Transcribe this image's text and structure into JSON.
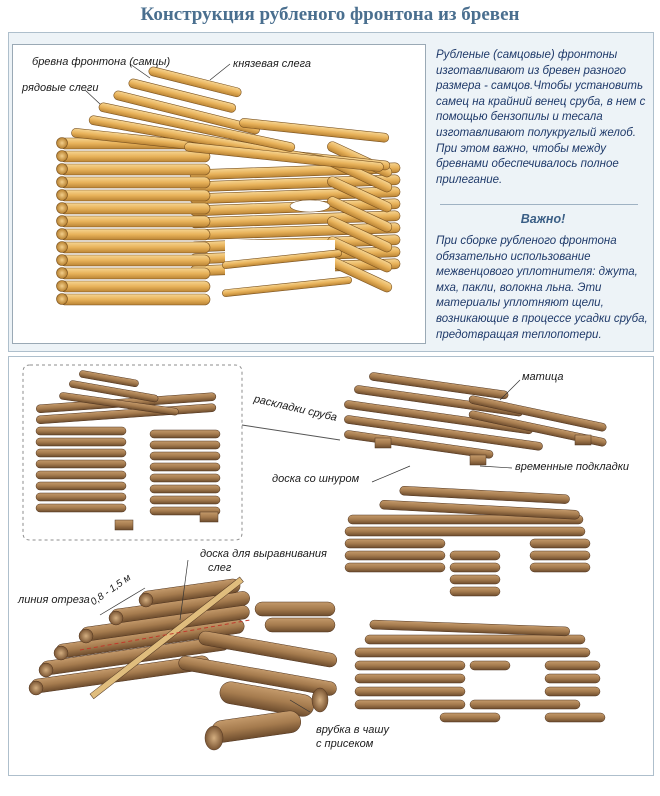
{
  "title": "Конструкция рубленого фронтона из бревен",
  "description": "Рубленые (самцовые) фронтоны изготавливают из бревен разного размера - самцов.Чтобы установить самец на крайний венец сруба, в нем с помощью бензопилы и тесала изготавливают полукруглый желоб. При этом важно, чтобы между бревнами обеспечивалось полное прилегание.",
  "important_title": "Важно!",
  "important_text": "При сборке рубленого фронтона обязательно использование межвенцового уплотнителя: джута, мха, пакли, волокна льна. Эти материалы уплотняют щели, возникающие в процессе усадки сруба, предотвращая теплопотери.",
  "labels": {
    "gable_logs": "бревна фронтона (самцы)",
    "ridge_purlin": "князевая слега",
    "row_purlins": "рядовые слеги",
    "frame_layout": "раскладки сруба",
    "beam": "матица",
    "string_board": "доска со шнуром",
    "temp_pads": "временные подкладки",
    "leveling_board_l1": "доска для выравнивания",
    "leveling_board_l2": "слег",
    "cut_line": "линия отреза",
    "distance": "0,8 - 1,5 м",
    "notch_l1": "врубка в чашу",
    "notch_l2": "с присеком"
  },
  "colors": {
    "title": "#4a6f8f",
    "text": "#1f3a6a",
    "log_light": "#e8b25a",
    "log_dark": "#a57b4e"
  }
}
